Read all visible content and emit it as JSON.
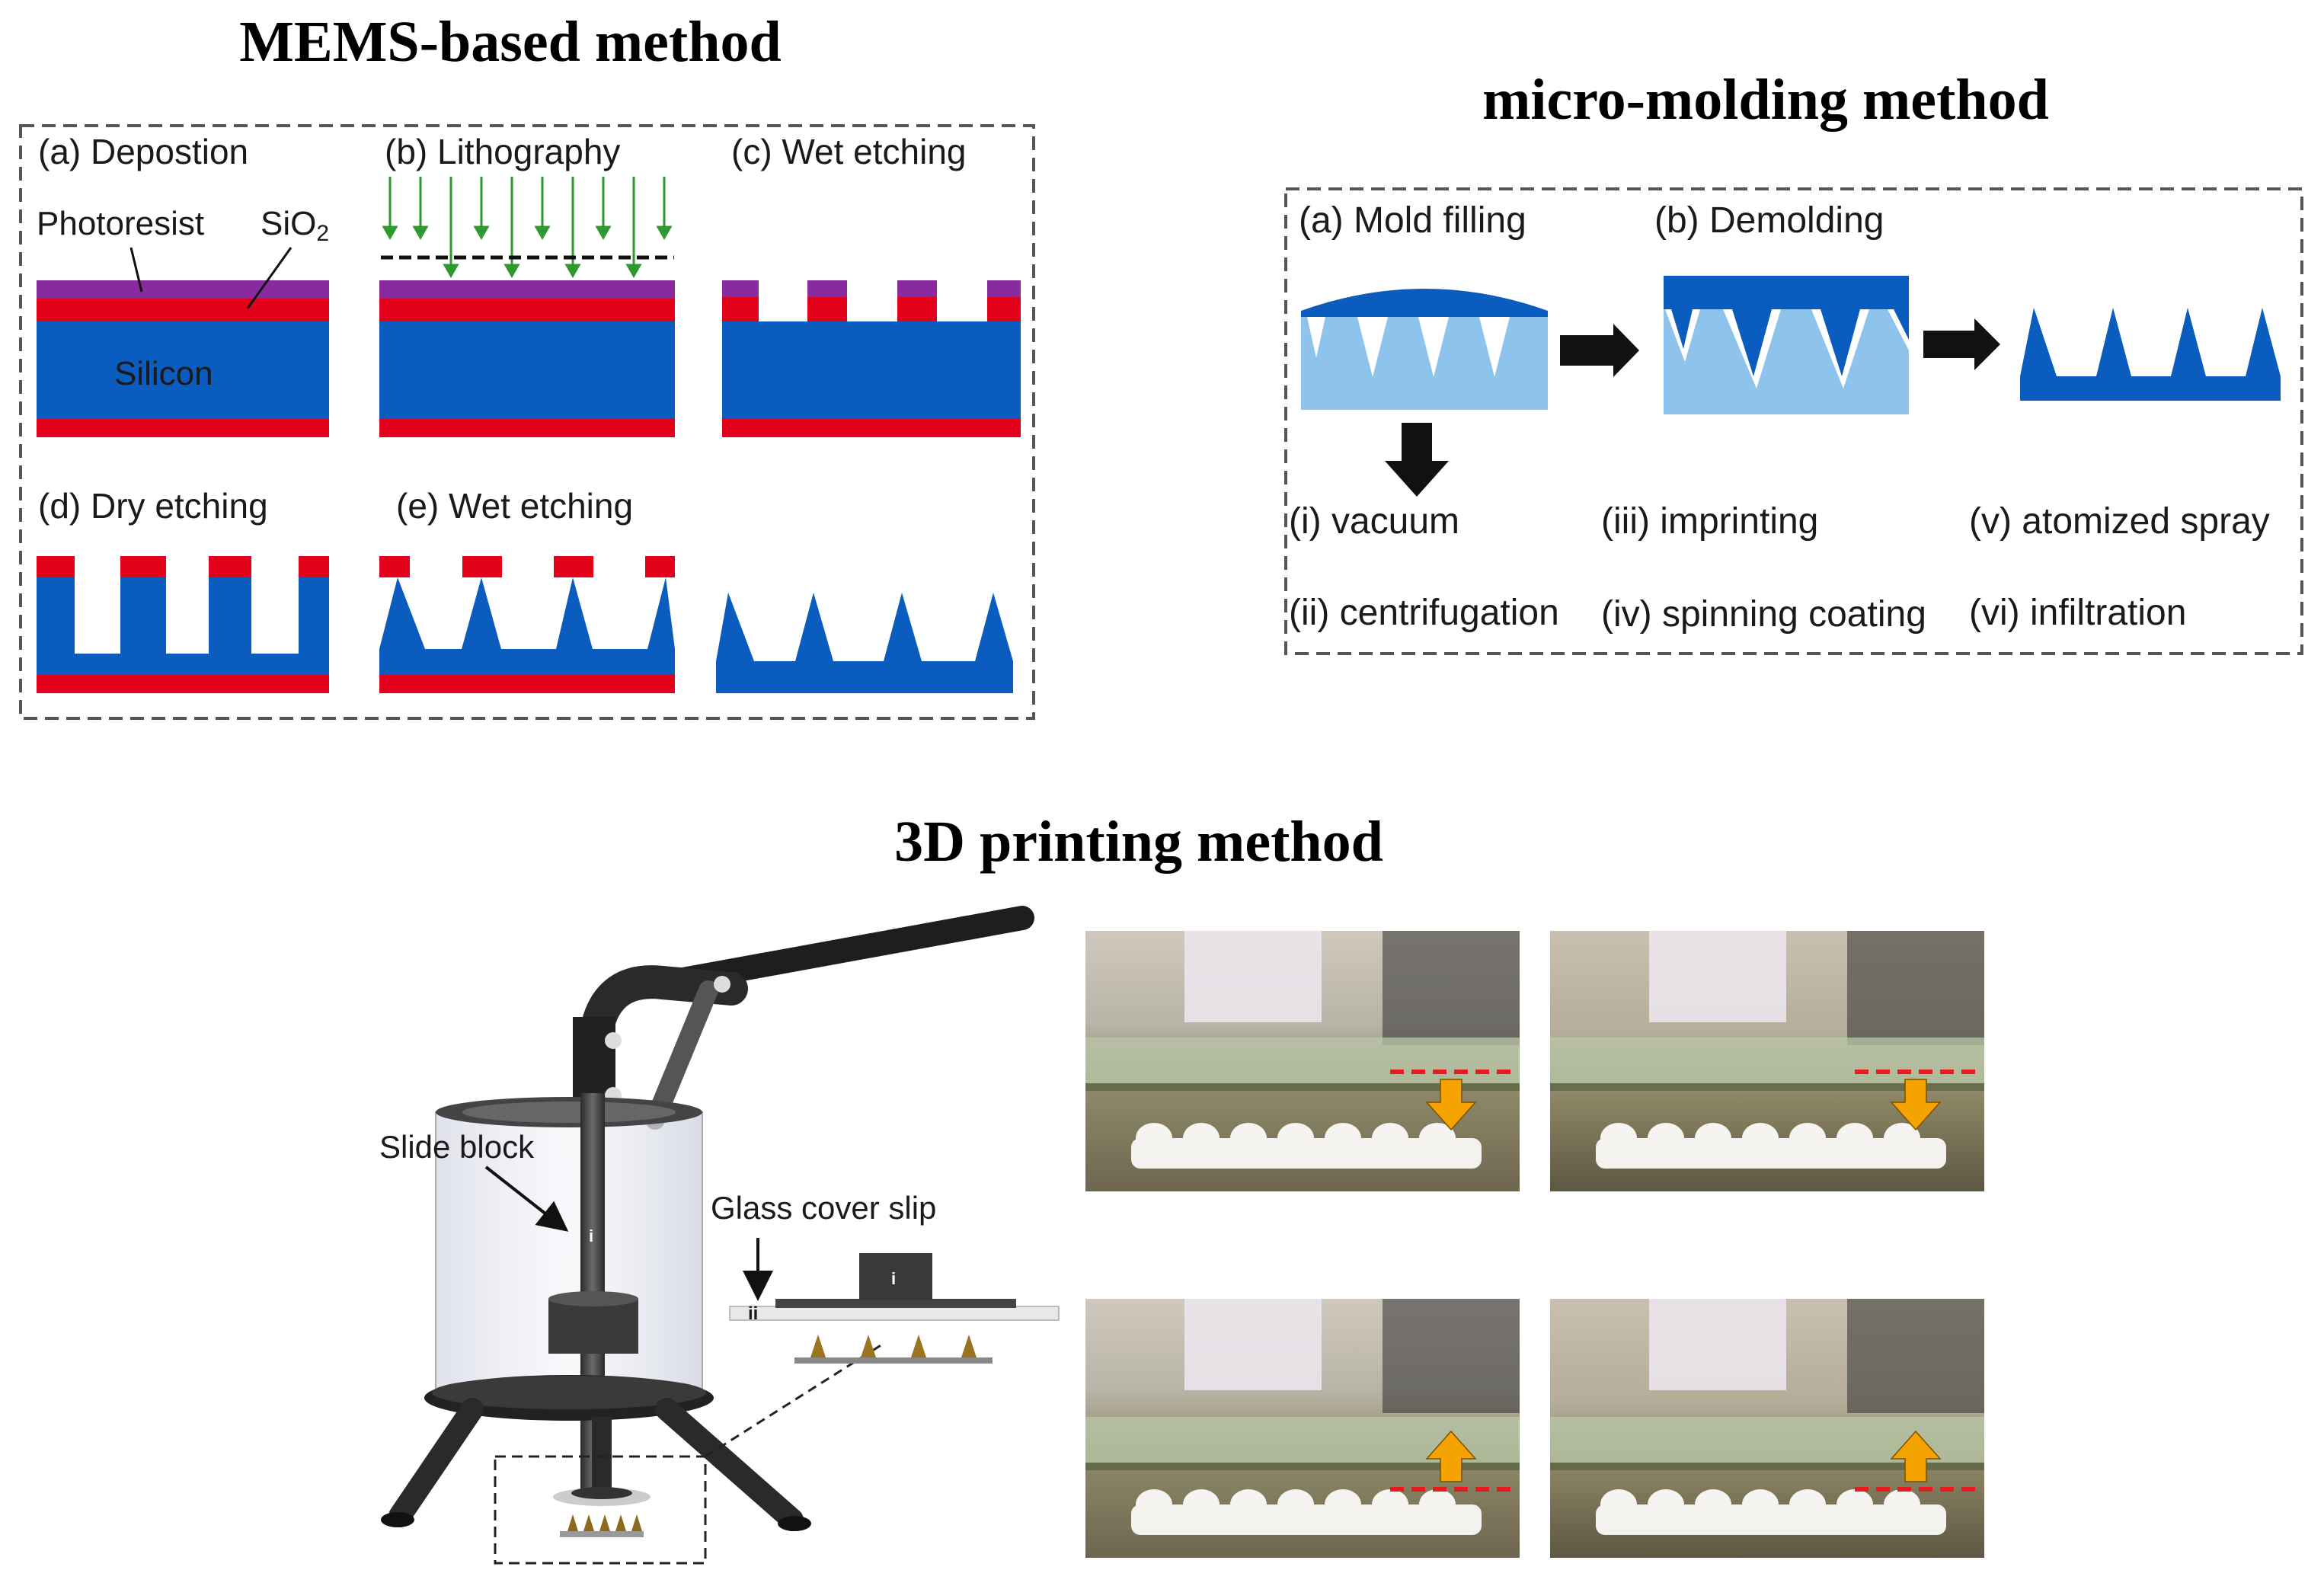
{
  "mems": {
    "title": "MEMS-based method",
    "steps": {
      "a": "(a) Depostion",
      "b": "(b) Lithography",
      "c": "(c) Wet etching",
      "d": "(d) Dry etching",
      "e": "(e) Wet etching"
    },
    "labels": {
      "photoresist": "Photoresist",
      "sio2": "SiO",
      "sio2_sub": "2",
      "silicon": "Silicon"
    }
  },
  "micromolding": {
    "title": "micro-molding method",
    "steps": {
      "a": "(a) Mold filling",
      "b": "(b) Demolding"
    },
    "techniques": [
      "(i) vacuum",
      "(ii) centrifugation",
      "(iii) imprinting",
      "(iv) spinning coating",
      "(v) atomized spray",
      "(vi) infiltration"
    ]
  },
  "printing": {
    "title": "3D printing method",
    "labels": {
      "slide_block": "Slide block",
      "glass_cover_slip": "Glass cover slip",
      "marker_i": "i",
      "marker_ii": "ii"
    },
    "photos": [
      {
        "arrow": "down"
      },
      {
        "arrow": "down"
      },
      {
        "arrow": "up"
      },
      {
        "arrow": "up"
      }
    ]
  },
  "colors": {
    "silicon": "#0b5cbf",
    "sio2": "#e2001a",
    "photoresist": "#8a2aa0",
    "mold": "#8ec3ec",
    "uv_light": "#2e9b2e",
    "guide_line": "#e8191f",
    "motion_arrow": "#f5a300"
  }
}
